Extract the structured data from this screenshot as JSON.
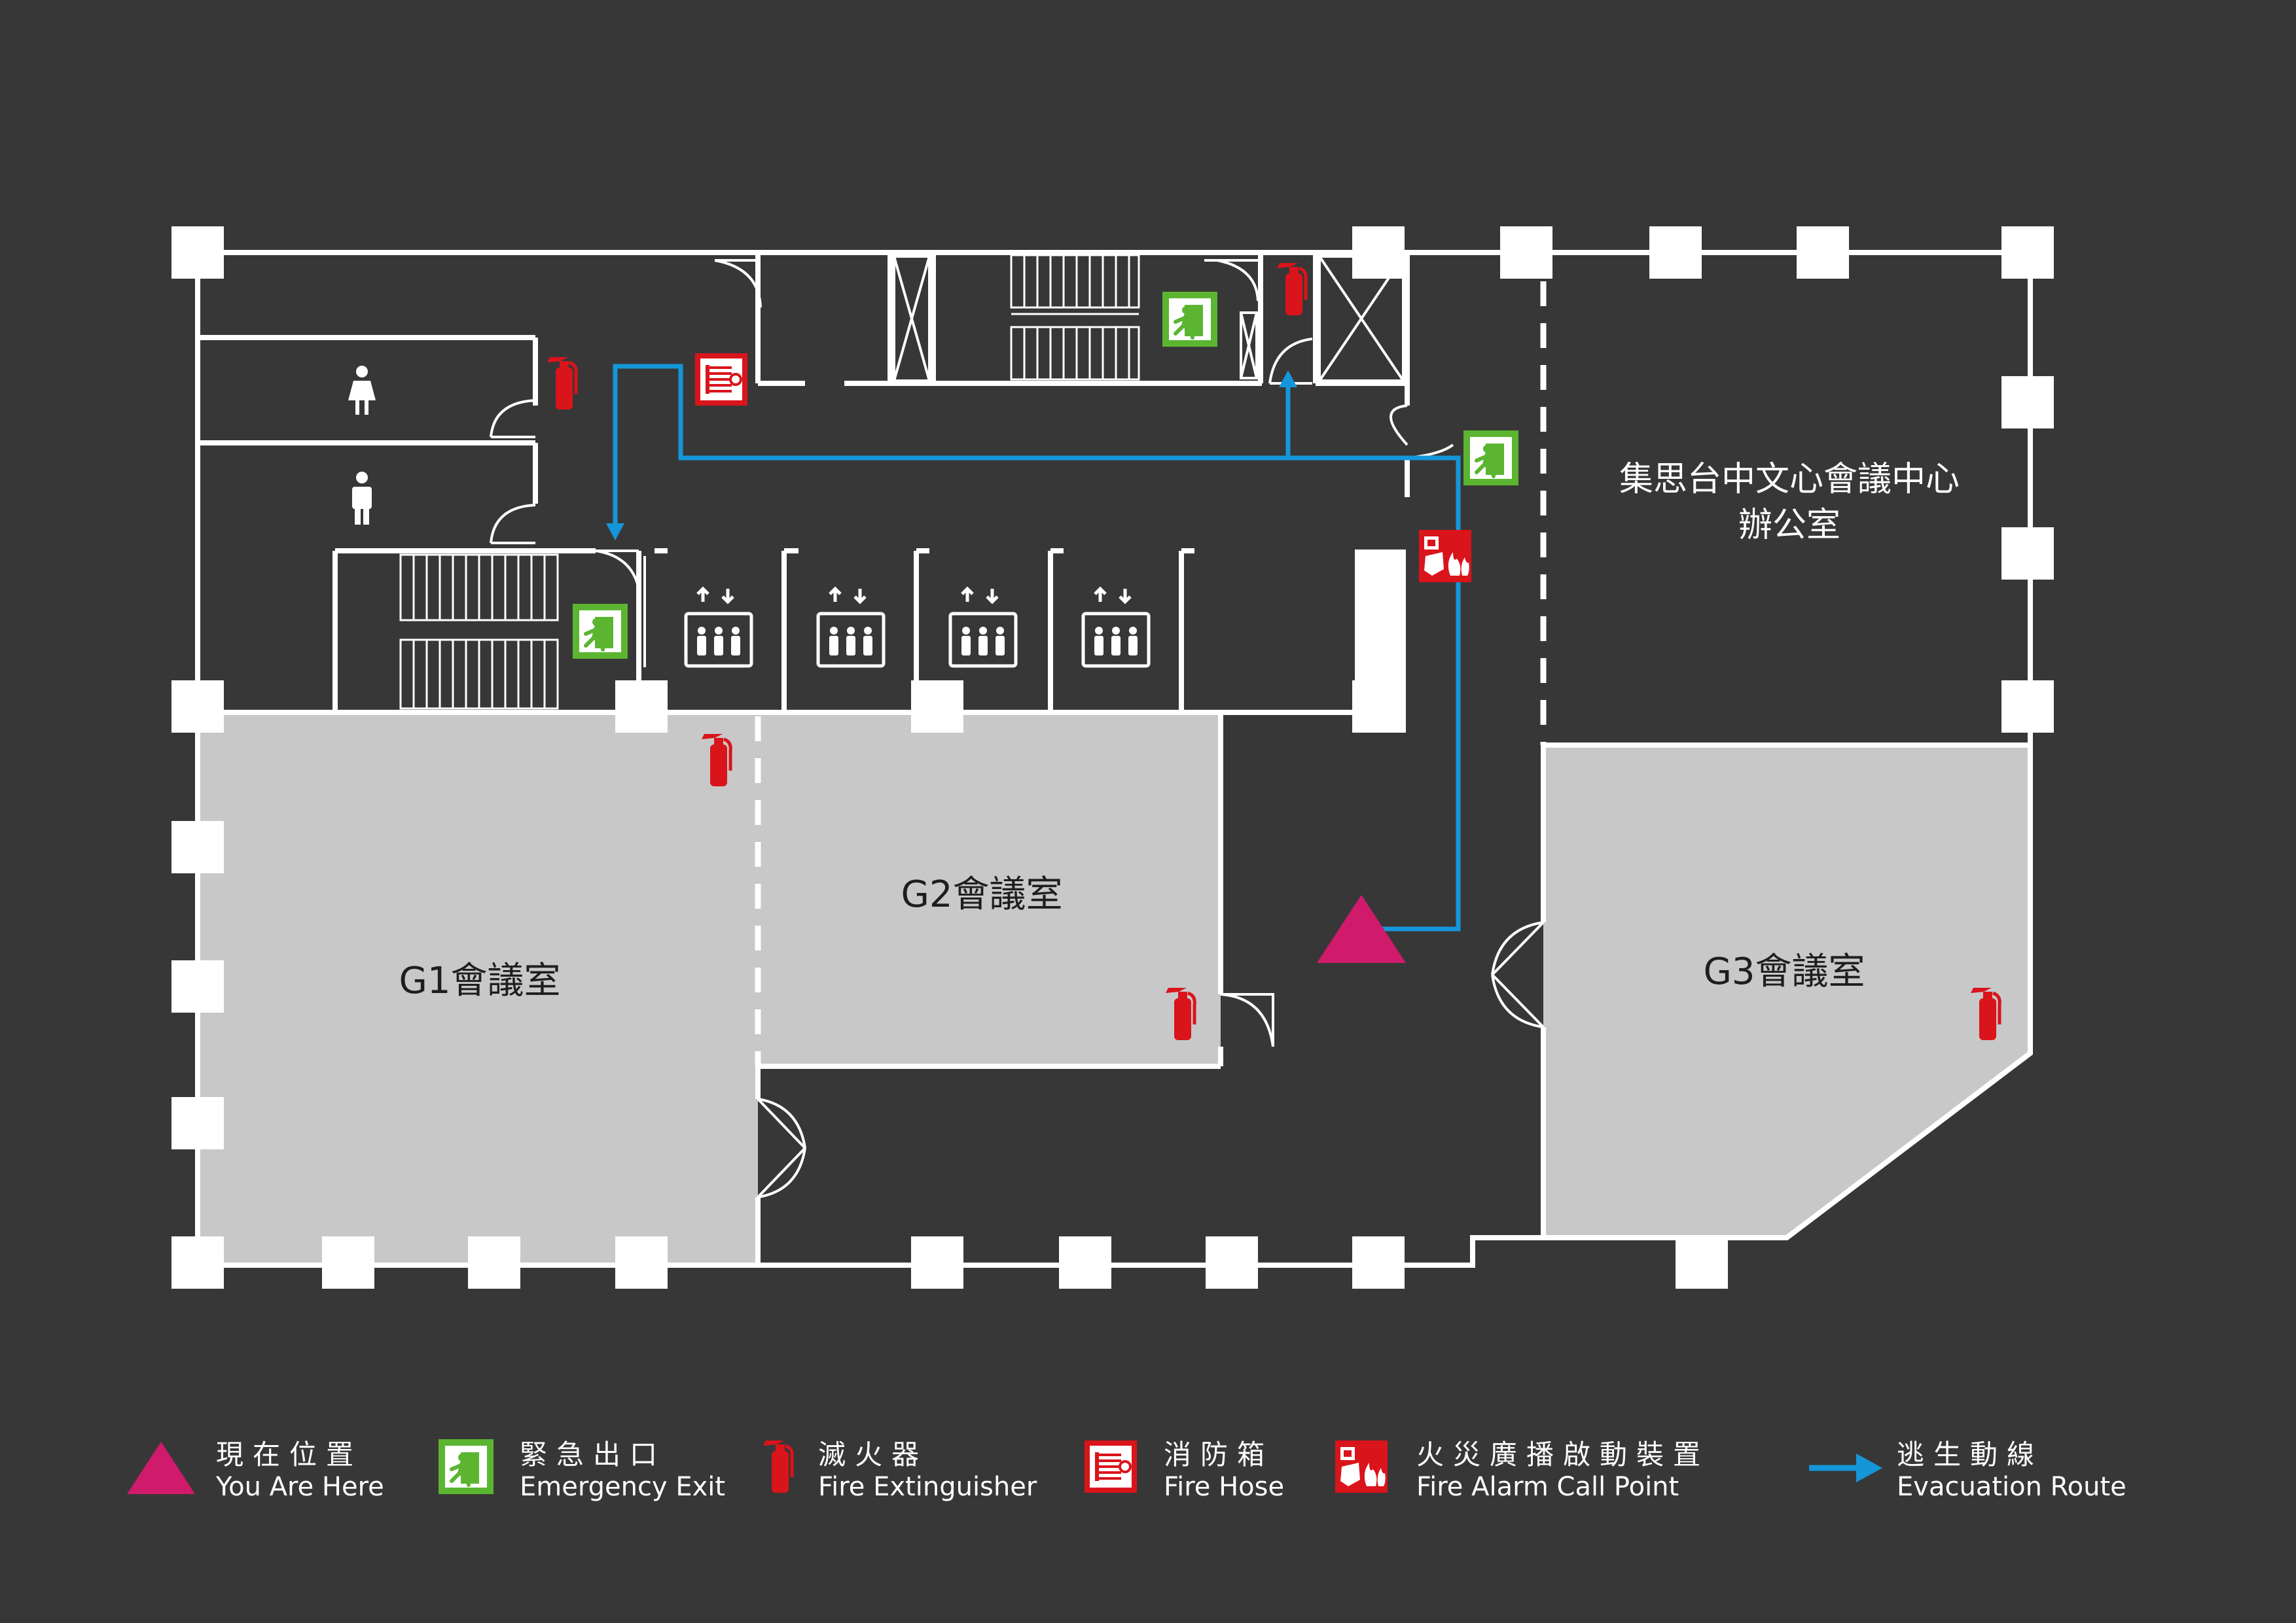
{
  "colors": {
    "background": "#383737",
    "wall": "#ffffff",
    "room_fill": "#c8c8c8",
    "route": "#1596d9",
    "you_are_here": "#d01a6b",
    "exit_green": "#5cb531",
    "fire_red": "#d9141b"
  },
  "rooms": {
    "g1": "G1會議室",
    "g2": "G2會議室",
    "g3": "G3會議室",
    "office_line1": "集思台中文心會議中心",
    "office_line2": "辦公室"
  },
  "legend": [
    {
      "icon": "you-are-here-triangle",
      "zh": "現在位置",
      "en": "You Are Here"
    },
    {
      "icon": "emergency-exit-icon",
      "zh": "緊急出口",
      "en": "Emergency Exit"
    },
    {
      "icon": "fire-extinguisher-icon",
      "zh": "滅火器",
      "en": "Fire Extinguisher"
    },
    {
      "icon": "fire-hose-icon",
      "zh": "消防箱",
      "en": "Fire Hose"
    },
    {
      "icon": "fire-alarm-call-point-icon",
      "zh": "火災廣播啟動裝置",
      "en": "Fire Alarm Call Point"
    },
    {
      "icon": "evacuation-route-arrow",
      "zh": "逃生動線",
      "en": "Evacuation Route"
    }
  ]
}
